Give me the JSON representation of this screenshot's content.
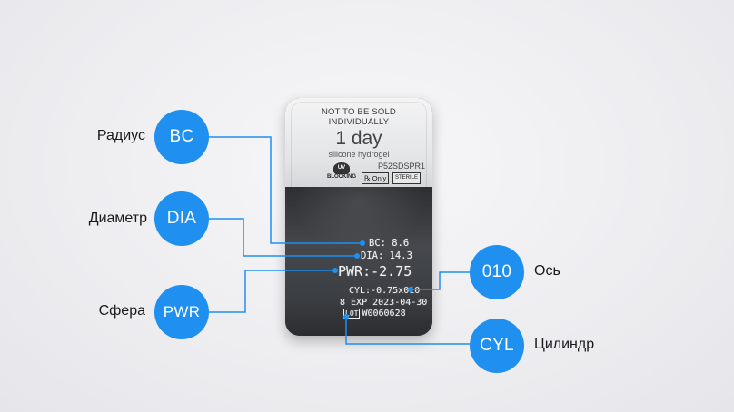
{
  "package": {
    "not_sold_line1": "NOT TO BE SOLD",
    "not_sold_line2": "INDIVIDUALLY",
    "product": "1 day",
    "material": "silicone hydrogel",
    "code": "P52SDSPR1",
    "uv_top": "UV",
    "uv_bottom": "BLOCKING",
    "rx": "℞ Only",
    "sterile": "STERILE"
  },
  "print": {
    "bc": "BC: 8.6",
    "dia": "DIA: 14.3",
    "pwr": "PWR:-2.75",
    "cyl": "CYL:-0.75x010",
    "exp": "8 EXP 2023-04-30",
    "lot_label": "LOT",
    "lot": "W0060628"
  },
  "callouts": {
    "bc": {
      "bubble": "BC",
      "label": "Радиус"
    },
    "dia": {
      "bubble": "DIA",
      "label": "Диаметр"
    },
    "pwr": {
      "bubble": "PWR",
      "label": "Сфера"
    },
    "axis": {
      "bubble": "010",
      "label": "Ось"
    },
    "cyl": {
      "bubble": "CYL",
      "label": "Цилиндр"
    }
  },
  "colors": {
    "accent": "#1f8ff0",
    "leader": "#1f8ff0"
  }
}
